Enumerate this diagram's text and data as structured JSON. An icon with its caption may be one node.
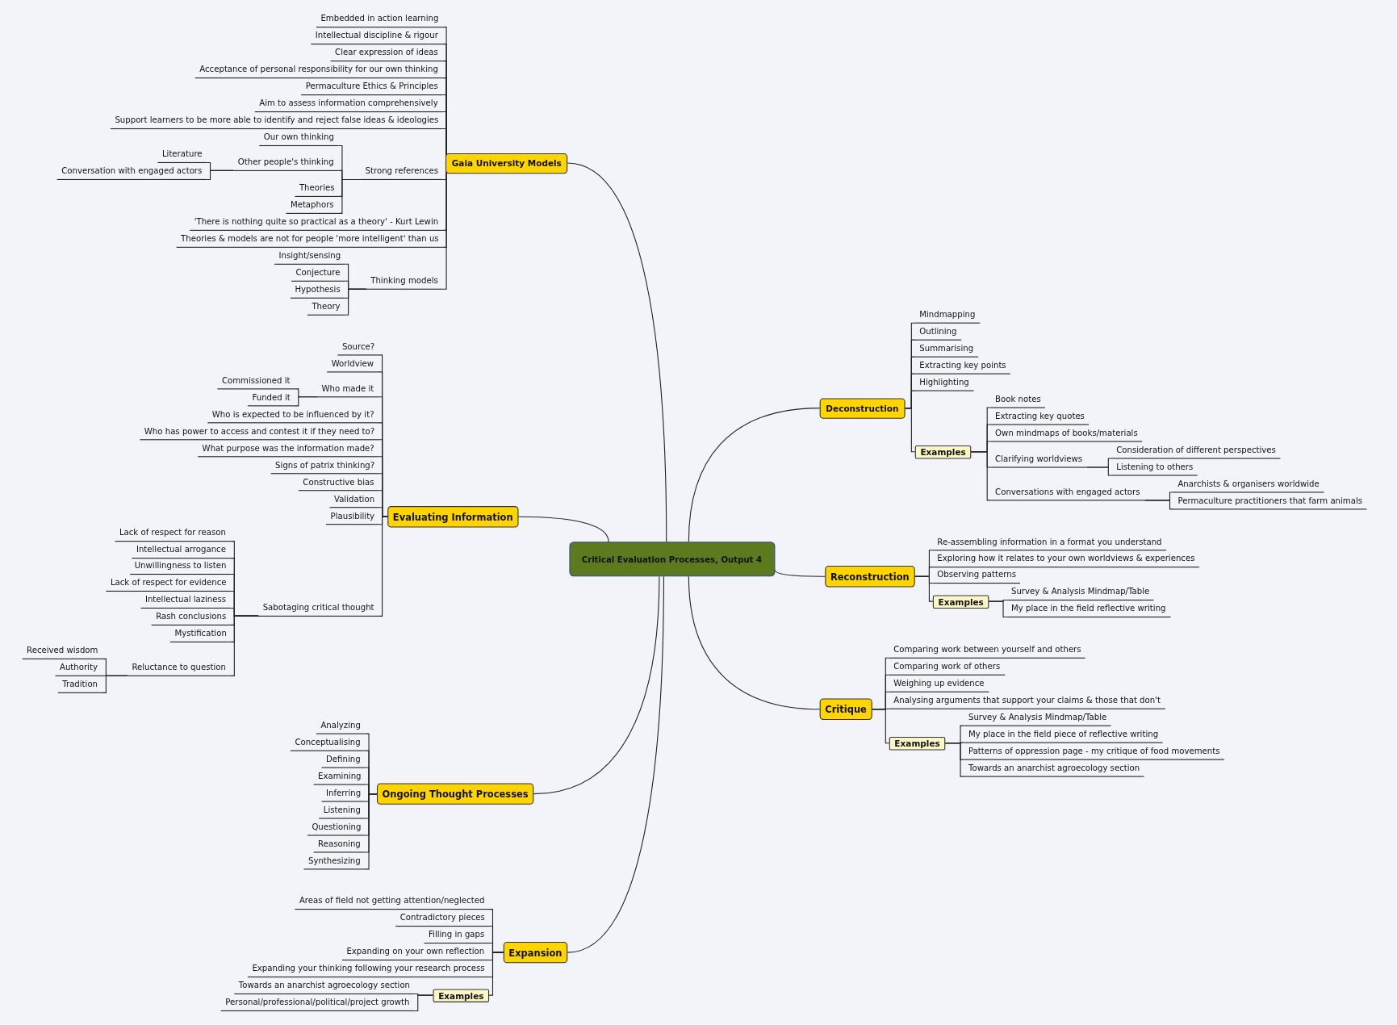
{
  "diagram": {
    "nodes": [
      {
        "text": [
          "Critical Evaluation Processes, Output 4"
        ]
      },
      {
        "text": [
          "Gaia University Models"
        ]
      },
      {
        "text": [
          "Embedded in action learning"
        ]
      },
      {
        "text": [
          "Intellectual discipline & rigour"
        ]
      },
      {
        "text": [
          "Clear expression of ideas"
        ]
      },
      {
        "text": [
          "Acceptance of personal responsibility for our own thinking"
        ]
      },
      {
        "text": [
          "Permaculture Ethics & Principles"
        ]
      },
      {
        "text": [
          "Aim to assess information comprehensively"
        ]
      },
      {
        "text": [
          "Support learners to be more able to identify and reject false ideas & ideologies"
        ]
      },
      {
        "text": [
          "Strong references"
        ]
      },
      {
        "text": [
          "Our own thinking"
        ]
      },
      {
        "text": [
          "Other people's thinking"
        ]
      },
      {
        "text": [
          "Literature"
        ]
      },
      {
        "text": [
          "Conversation with engaged actors"
        ]
      },
      {
        "text": [
          "Theories"
        ]
      },
      {
        "text": [
          "Metaphors"
        ]
      },
      {
        "text": [
          "'There is nothing quite so practical as a theory' - Kurt Lewin"
        ]
      },
      {
        "text": [
          "Theories & models are not for people 'more intelligent' than us"
        ]
      },
      {
        "text": [
          "Thinking models"
        ]
      },
      {
        "text": [
          "Insight/sensing"
        ]
      },
      {
        "text": [
          "Conjecture"
        ]
      },
      {
        "text": [
          "Hypothesis"
        ]
      },
      {
        "text": [
          "Theory"
        ]
      },
      {
        "text": [
          "Deconstruction"
        ]
      },
      {
        "text": [
          "Mindmapping"
        ]
      },
      {
        "text": [
          "Outlining"
        ]
      },
      {
        "text": [
          "Summarising"
        ]
      },
      {
        "text": [
          "Extracting key points"
        ]
      },
      {
        "text": [
          "Highlighting"
        ]
      },
      {
        "text": [
          "Examples"
        ]
      },
      {
        "text": [
          "Book notes"
        ]
      },
      {
        "text": [
          "Extracting key quotes"
        ]
      },
      {
        "text": [
          "Own mindmaps of books/materials"
        ]
      },
      {
        "text": [
          "Clarifying worldviews"
        ]
      },
      {
        "text": [
          "Consideration of different perspectives"
        ]
      },
      {
        "text": [
          "Listening to others"
        ]
      },
      {
        "text": [
          "Conversations with engaged actors"
        ]
      },
      {
        "text": [
          "Anarchists & organisers worldwide"
        ]
      },
      {
        "text": [
          "Permaculture practitioners that farm animals"
        ]
      },
      {
        "text": [
          "Evaluating Information"
        ]
      },
      {
        "text": [
          "Source?"
        ]
      },
      {
        "text": [
          "Worldview"
        ]
      },
      {
        "text": [
          "Who made it"
        ]
      },
      {
        "text": [
          "Commissioned it"
        ]
      },
      {
        "text": [
          "Funded it"
        ]
      },
      {
        "text": [
          "Who is expected to be influenced by it?"
        ]
      },
      {
        "text": [
          "Who has power to access and contest it if they need to?"
        ]
      },
      {
        "text": [
          "What purpose was the information made?"
        ]
      },
      {
        "text": [
          "Signs of patrix thinking?"
        ]
      },
      {
        "text": [
          "Constructive bias"
        ]
      },
      {
        "text": [
          "Validation"
        ]
      },
      {
        "text": [
          "Plausibility"
        ]
      },
      {
        "text": [
          "Sabotaging critical thought"
        ]
      },
      {
        "text": [
          "Lack of respect for reason"
        ]
      },
      {
        "text": [
          "Intellectual arrogance"
        ]
      },
      {
        "text": [
          "Unwillingness to listen"
        ]
      },
      {
        "text": [
          "Lack of respect for evidence"
        ]
      },
      {
        "text": [
          "Intellectual laziness"
        ]
      },
      {
        "text": [
          "Rash conclusions"
        ]
      },
      {
        "text": [
          "Mystification"
        ]
      },
      {
        "text": [
          "Reluctance to question"
        ]
      },
      {
        "text": [
          "Received wisdom"
        ]
      },
      {
        "text": [
          "Authority"
        ]
      },
      {
        "text": [
          "Tradition"
        ]
      },
      {
        "text": [
          "Reconstruction"
        ]
      },
      {
        "text": [
          "Re-assembling information in a format you understand"
        ]
      },
      {
        "text": [
          "Exploring how it relates to your own worldviews & experiences"
        ]
      },
      {
        "text": [
          "Observing patterns"
        ]
      },
      {
        "text": [
          "Examples"
        ]
      },
      {
        "text": [
          "Survey & Analysis Mindmap/Table"
        ]
      },
      {
        "text": [
          "My place in the field reflective writing"
        ]
      },
      {
        "text": [
          "Critique"
        ]
      },
      {
        "text": [
          "Comparing work between yourself and others"
        ]
      },
      {
        "text": [
          "Comparing work of others"
        ]
      },
      {
        "text": [
          "Weighing up evidence"
        ]
      },
      {
        "text": [
          "Analysing arguments that support your claims & those that don't"
        ]
      },
      {
        "text": [
          "Examples"
        ]
      },
      {
        "text": [
          "Survey & Analysis Mindmap/Table"
        ]
      },
      {
        "text": [
          "My place in the field piece of reflective writing"
        ]
      },
      {
        "text": [
          "Patterns of oppression page - my critique of food movements"
        ]
      },
      {
        "text": [
          "Towards an anarchist agroecology section"
        ]
      },
      {
        "text": [
          "Ongoing Thought Processes"
        ]
      },
      {
        "text": [
          "Analyzing"
        ]
      },
      {
        "text": [
          "Conceptualising"
        ]
      },
      {
        "text": [
          "Defining"
        ]
      },
      {
        "text": [
          "Examining"
        ]
      },
      {
        "text": [
          "Inferring"
        ]
      },
      {
        "text": [
          "Listening"
        ]
      },
      {
        "text": [
          "Questioning"
        ]
      },
      {
        "text": [
          "Reasoning"
        ]
      },
      {
        "text": [
          "Synthesizing"
        ]
      },
      {
        "text": [
          "Expansion"
        ]
      },
      {
        "text": [
          "Areas of field not getting attention/neglected"
        ]
      },
      {
        "text": [
          "Contradictory pieces"
        ]
      },
      {
        "text": [
          "Filling in gaps"
        ]
      },
      {
        "text": [
          "Expanding on your own reflection"
        ]
      },
      {
        "text": [
          "Expanding your thinking following your research process"
        ]
      },
      {
        "text": [
          "Examples"
        ]
      },
      {
        "text": [
          "Towards an anarchist agroecology section"
        ]
      },
      {
        "text": [
          "Personal/professional/political/project growth"
        ]
      }
    ],
    "edges": [
      {
        "from": 0,
        "to": 1,
        "arrow": "none"
      },
      {
        "from": 1,
        "to": 2,
        "arrow": "none"
      },
      {
        "from": 1,
        "to": 3,
        "arrow": "none"
      },
      {
        "from": 1,
        "to": 4,
        "arrow": "none"
      },
      {
        "from": 1,
        "to": 5,
        "arrow": "none"
      },
      {
        "from": 1,
        "to": 6,
        "arrow": "none"
      },
      {
        "from": 1,
        "to": 7,
        "arrow": "none"
      },
      {
        "from": 1,
        "to": 8,
        "arrow": "none"
      },
      {
        "from": 1,
        "to": 9,
        "arrow": "none"
      },
      {
        "from": 9,
        "to": 10,
        "arrow": "none"
      },
      {
        "from": 9,
        "to": 11,
        "arrow": "none"
      },
      {
        "from": 11,
        "to": 12,
        "arrow": "none"
      },
      {
        "from": 11,
        "to": 13,
        "arrow": "none"
      },
      {
        "from": 9,
        "to": 14,
        "arrow": "none"
      },
      {
        "from": 9,
        "to": 15,
        "arrow": "none"
      },
      {
        "from": 1,
        "to": 16,
        "arrow": "none"
      },
      {
        "from": 1,
        "to": 17,
        "arrow": "none"
      },
      {
        "from": 1,
        "to": 18,
        "arrow": "none"
      },
      {
        "from": 18,
        "to": 19,
        "arrow": "none"
      },
      {
        "from": 18,
        "to": 20,
        "arrow": "none"
      },
      {
        "from": 18,
        "to": 21,
        "arrow": "none"
      },
      {
        "from": 18,
        "to": 22,
        "arrow": "none"
      },
      {
        "from": 0,
        "to": 23,
        "arrow": "none"
      },
      {
        "from": 23,
        "to": 24,
        "arrow": "none"
      },
      {
        "from": 23,
        "to": 25,
        "arrow": "none"
      },
      {
        "from": 23,
        "to": 26,
        "arrow": "none"
      },
      {
        "from": 23,
        "to": 27,
        "arrow": "none"
      },
      {
        "from": 23,
        "to": 28,
        "arrow": "none"
      },
      {
        "from": 23,
        "to": 29,
        "arrow": "none"
      },
      {
        "from": 29,
        "to": 30,
        "arrow": "none"
      },
      {
        "from": 29,
        "to": 31,
        "arrow": "none"
      },
      {
        "from": 29,
        "to": 32,
        "arrow": "none"
      },
      {
        "from": 29,
        "to": 33,
        "arrow": "none"
      },
      {
        "from": 33,
        "to": 34,
        "arrow": "none"
      },
      {
        "from": 33,
        "to": 35,
        "arrow": "none"
      },
      {
        "from": 29,
        "to": 36,
        "arrow": "none"
      },
      {
        "from": 36,
        "to": 37,
        "arrow": "none"
      },
      {
        "from": 36,
        "to": 38,
        "arrow": "none"
      },
      {
        "from": 0,
        "to": 39,
        "arrow": "none"
      },
      {
        "from": 39,
        "to": 40,
        "arrow": "none"
      },
      {
        "from": 39,
        "to": 41,
        "arrow": "none"
      },
      {
        "from": 39,
        "to": 42,
        "arrow": "none"
      },
      {
        "from": 42,
        "to": 43,
        "arrow": "none"
      },
      {
        "from": 42,
        "to": 44,
        "arrow": "none"
      },
      {
        "from": 39,
        "to": 45,
        "arrow": "none"
      },
      {
        "from": 39,
        "to": 46,
        "arrow": "none"
      },
      {
        "from": 39,
        "to": 47,
        "arrow": "none"
      },
      {
        "from": 39,
        "to": 48,
        "arrow": "none"
      },
      {
        "from": 39,
        "to": 49,
        "arrow": "none"
      },
      {
        "from": 39,
        "to": 50,
        "arrow": "none"
      },
      {
        "from": 39,
        "to": 51,
        "arrow": "none"
      },
      {
        "from": 39,
        "to": 52,
        "arrow": "none"
      },
      {
        "from": 52,
        "to": 53,
        "arrow": "none"
      },
      {
        "from": 52,
        "to": 54,
        "arrow": "none"
      },
      {
        "from": 52,
        "to": 55,
        "arrow": "none"
      },
      {
        "from": 52,
        "to": 56,
        "arrow": "none"
      },
      {
        "from": 52,
        "to": 57,
        "arrow": "none"
      },
      {
        "from": 52,
        "to": 58,
        "arrow": "none"
      },
      {
        "from": 52,
        "to": 59,
        "arrow": "none"
      },
      {
        "from": 52,
        "to": 60,
        "arrow": "none"
      },
      {
        "from": 60,
        "to": 61,
        "arrow": "none"
      },
      {
        "from": 60,
        "to": 62,
        "arrow": "none"
      },
      {
        "from": 60,
        "to": 63,
        "arrow": "none"
      },
      {
        "from": 0,
        "to": 64,
        "arrow": "none"
      },
      {
        "from": 64,
        "to": 65,
        "arrow": "none"
      },
      {
        "from": 64,
        "to": 66,
        "arrow": "none"
      },
      {
        "from": 64,
        "to": 67,
        "arrow": "none"
      },
      {
        "from": 64,
        "to": 68,
        "arrow": "none"
      },
      {
        "from": 68,
        "to": 69,
        "arrow": "none"
      },
      {
        "from": 68,
        "to": 70,
        "arrow": "none"
      },
      {
        "from": 0,
        "to": 71,
        "arrow": "none"
      },
      {
        "from": 71,
        "to": 72,
        "arrow": "none"
      },
      {
        "from": 71,
        "to": 73,
        "arrow": "none"
      },
      {
        "from": 71,
        "to": 74,
        "arrow": "none"
      },
      {
        "from": 71,
        "to": 75,
        "arrow": "none"
      },
      {
        "from": 71,
        "to": 76,
        "arrow": "none"
      },
      {
        "from": 76,
        "to": 77,
        "arrow": "none"
      },
      {
        "from": 76,
        "to": 78,
        "arrow": "none"
      },
      {
        "from": 76,
        "to": 79,
        "arrow": "none"
      },
      {
        "from": 76,
        "to": 80,
        "arrow": "none"
      },
      {
        "from": 0,
        "to": 81,
        "arrow": "none"
      },
      {
        "from": 81,
        "to": 82,
        "arrow": "none"
      },
      {
        "from": 81,
        "to": 83,
        "arrow": "none"
      },
      {
        "from": 81,
        "to": 84,
        "arrow": "none"
      },
      {
        "from": 81,
        "to": 85,
        "arrow": "none"
      },
      {
        "from": 81,
        "to": 86,
        "arrow": "none"
      },
      {
        "from": 81,
        "to": 87,
        "arrow": "none"
      },
      {
        "from": 81,
        "to": 88,
        "arrow": "none"
      },
      {
        "from": 81,
        "to": 89,
        "arrow": "none"
      },
      {
        "from": 81,
        "to": 90,
        "arrow": "none"
      },
      {
        "from": 0,
        "to": 91,
        "arrow": "none"
      },
      {
        "from": 91,
        "to": 92,
        "arrow": "none"
      },
      {
        "from": 91,
        "to": 93,
        "arrow": "none"
      },
      {
        "from": 91,
        "to": 94,
        "arrow": "none"
      },
      {
        "from": 91,
        "to": 95,
        "arrow": "none"
      },
      {
        "from": 91,
        "to": 96,
        "arrow": "none"
      },
      {
        "from": 91,
        "to": 97,
        "arrow": "none"
      },
      {
        "from": 97,
        "to": 98,
        "arrow": "none"
      },
      {
        "from": 97,
        "to": 99,
        "arrow": "none"
      }
    ]
  }
}
